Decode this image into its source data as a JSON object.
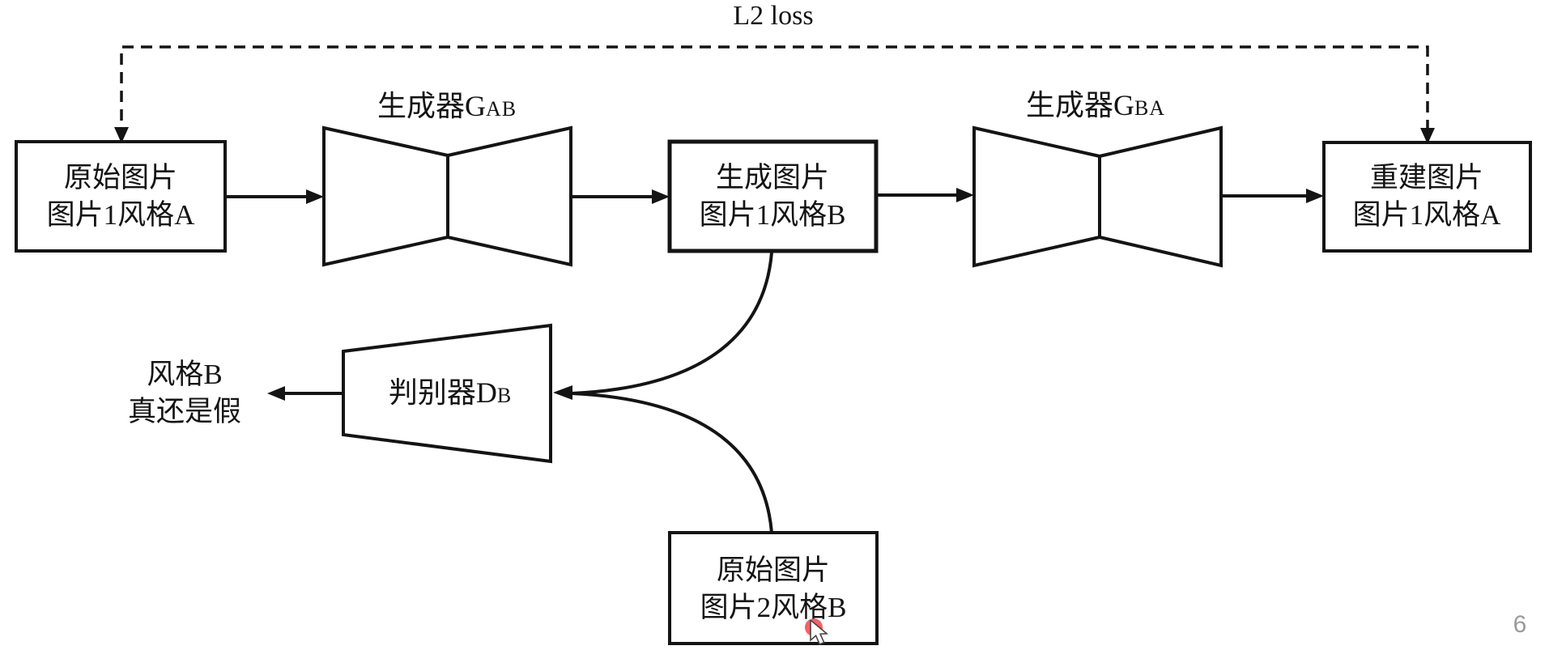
{
  "diagram_title": {
    "l2_loss": "L2 loss"
  },
  "boxes": {
    "original_a": {
      "line1": "原始图片",
      "line2": "图片1风格A"
    },
    "generated_b": {
      "line1": "生成图片",
      "line2": "图片1风格B"
    },
    "reconstructed_a": {
      "line1": "重建图片",
      "line2": "图片1风格A"
    },
    "original_b2": {
      "line1": "原始图片",
      "line2": "图片2风格B"
    }
  },
  "generators": {
    "gab": {
      "prefix": "生成器G",
      "sub": "AB"
    },
    "gba": {
      "prefix": "生成器G",
      "sub": "BA"
    }
  },
  "discriminator": {
    "prefix": "判别器D",
    "sub": "B"
  },
  "output_label": {
    "line1": "风格B",
    "line2": "真还是假"
  },
  "page_number": "6",
  "icons": {
    "cursor": "mouse-pointer-icon",
    "laser": "red-laser-dot"
  },
  "colors": {
    "stroke": "#141414",
    "page_number": "#9a9a9a",
    "laser_dot": "#f4444a",
    "background": "#ffffff"
  }
}
